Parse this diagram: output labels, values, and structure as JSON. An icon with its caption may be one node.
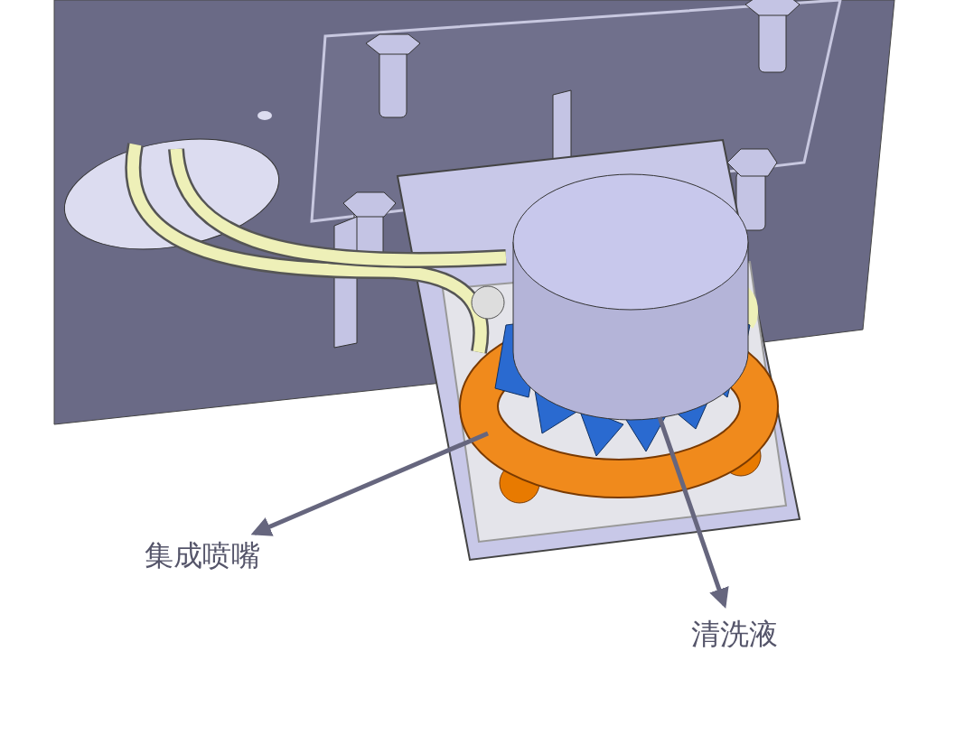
{
  "diagram": {
    "nodes": [
      {
        "text": [
          "集成喷嘴"
        ]
      },
      {
        "text": [
          "清洗液"
        ]
      }
    ],
    "edges": [
      {
        "from": null,
        "to": 0,
        "arrow": "to"
      },
      {
        "from": null,
        "to": 1,
        "arrow": "to"
      }
    ]
  }
}
